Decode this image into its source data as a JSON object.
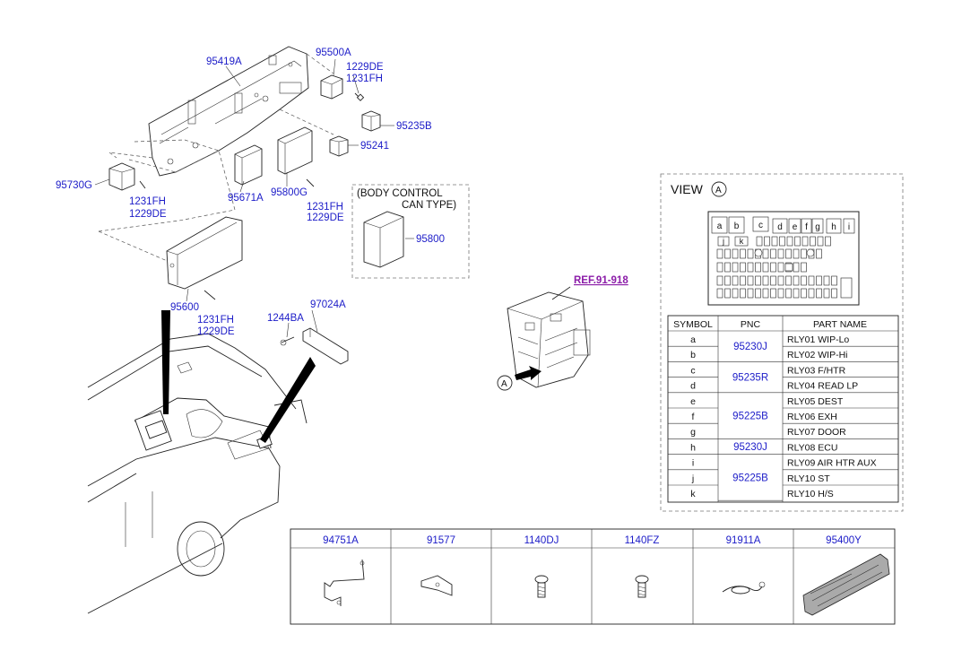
{
  "callouts": {
    "c95419A": "95419A",
    "c95500A": "95500A",
    "c1229DE_a": "1229DE",
    "c1231FH_a": "1231FH",
    "c95235B": "95235B",
    "c95241": "95241",
    "c95730G": "95730G",
    "c1231FH_b": "1231FH",
    "c1229DE_b": "1229DE",
    "c95671A": "95671A",
    "c95800G": "95800G",
    "c1231FH_c": "1231FH",
    "c1229DE_c": "1229DE",
    "c95800": "95800",
    "c95600": "95600",
    "c1231FH_d": "1231FH",
    "c1229DE_d": "1229DE",
    "c1244BA": "1244BA",
    "c97024A": "97024A"
  },
  "body_control": {
    "line1": "(BODY CONTROL",
    "line2": "CAN TYPE)"
  },
  "reference": "REF.91-918",
  "view_marker": "A",
  "view": {
    "title": "VIEW",
    "circle": "A"
  },
  "relay_labels": [
    "a",
    "b",
    "c",
    "d",
    "e",
    "f",
    "g",
    "h",
    "i",
    "j",
    "k"
  ],
  "relay_table": {
    "headers": {
      "symbol": "SYMBOL",
      "pnc": "PNC",
      "part": "PART NAME"
    },
    "rows": [
      {
        "symbol": "a",
        "part": "RLY01 WIP-Lo"
      },
      {
        "symbol": "b",
        "part": "RLY02 WIP-Hi"
      },
      {
        "symbol": "c",
        "part": "RLY03 F/HTR"
      },
      {
        "symbol": "d",
        "part": "RLY04 READ LP"
      },
      {
        "symbol": "e",
        "part": "RLY05 DEST"
      },
      {
        "symbol": "f",
        "part": "RLY06 EXH"
      },
      {
        "symbol": "g",
        "part": "RLY07 DOOR"
      },
      {
        "symbol": "h",
        "part": "RLY08 ECU"
      },
      {
        "symbol": "i",
        "part": "RLY09 AIR HTR AUX"
      },
      {
        "symbol": "j",
        "part": "RLY10 ST"
      },
      {
        "symbol": "k",
        "part": "RLY10 H/S"
      }
    ],
    "pnc_groups": [
      {
        "pnc": "95230J",
        "span": 2
      },
      {
        "pnc": "95235R",
        "span": 2
      },
      {
        "pnc": "95225B",
        "span": 3
      },
      {
        "pnc": "95230J",
        "span": 1
      },
      {
        "pnc": "95225B",
        "span": 3
      }
    ]
  },
  "bottom_parts": [
    "94751A",
    "91577",
    "1140DJ",
    "1140FZ",
    "91911A",
    "95400Y"
  ]
}
